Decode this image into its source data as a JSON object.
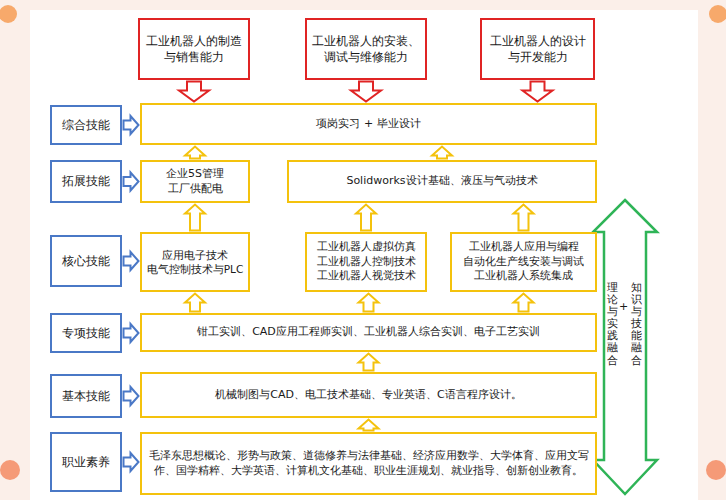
{
  "diagram": {
    "nodes": [
      {
        "text": [
          "工业机器人的制造 与销售能力"
        ]
      },
      {
        "text": [
          "工业机器人的安装、 调试与维修能力"
        ]
      },
      {
        "text": [
          "工业机器人的设计 与开发能力"
        ]
      },
      {
        "text": [
          "综合技能"
        ]
      },
      {
        "text": [
          "项岗实习 + 毕业设计"
        ]
      },
      {
        "text": [
          "拓展技能"
        ]
      },
      {
        "text": [
          "企业5S管理 工厂供配电"
        ]
      },
      {
        "text": [
          "Solidworks设计基础、液压与气动技术"
        ]
      },
      {
        "text": [
          "核心技能"
        ]
      },
      {
        "text": [
          "应用电子技术 电气控制技术与PLC"
        ]
      },
      {
        "text": [
          "工业机器人虚拟仿真 工业机器人控制技术 工业机器人视觉技术"
        ]
      },
      {
        "text": [
          "工业机器人应用与编程 自动化生产线安装与调试 工业机器人系统集成"
        ]
      },
      {
        "text": [
          "专项技能"
        ]
      },
      {
        "text": [
          "钳工实训、CAD应用工程师实训、工业机器人综合实训、电子工艺实训"
        ]
      },
      {
        "text": [
          "基本技能"
        ]
      },
      {
        "text": [
          "机械制图与CAD、电工技术基础、专业英语、C语言程序设计。"
        ]
      },
      {
        "text": [
          "职业素养"
        ]
      },
      {
        "text": [
          "毛泽东思想概论、形势与政策、道德修养与法律基础、经济应用数学、大学体育、应用文写作、国学精粹、大学英语、计算机文化基础、职业生涯规划、就业指导、创新创业教育。"
        ]
      }
    ],
    "edges": [
      {
        "from": 0,
        "to": 4,
        "arrow": "to"
      },
      {
        "from": 1,
        "to": 4,
        "arrow": "to"
      },
      {
        "from": 2,
        "to": 4,
        "arrow": "to"
      },
      {
        "from": 3,
        "to": 4,
        "arrow": "to"
      },
      {
        "from": 5,
        "to": 6,
        "arrow": "to"
      },
      {
        "from": 8,
        "to": 9,
        "arrow": "to"
      },
      {
        "from": 12,
        "to": 13,
        "arrow": "to"
      },
      {
        "from": 14,
        "to": 15,
        "arrow": "to"
      },
      {
        "from": 16,
        "to": 17,
        "arrow": "to"
      },
      {
        "from": 17,
        "to": 15,
        "arrow": "to"
      },
      {
        "from": 15,
        "to": 13,
        "arrow": "to"
      },
      {
        "from": 13,
        "to": 9,
        "arrow": "to"
      },
      {
        "from": 13,
        "to": 10,
        "arrow": "to"
      },
      {
        "from": 13,
        "to": 11,
        "arrow": "to"
      },
      {
        "from": 9,
        "to": 6,
        "arrow": "to"
      },
      {
        "from": 10,
        "to": 7,
        "arrow": "to"
      },
      {
        "from": 11,
        "to": 7,
        "arrow": "to"
      },
      {
        "from": 6,
        "to": 4,
        "arrow": "to"
      },
      {
        "from": 7,
        "to": 4,
        "arrow": "to"
      }
    ],
    "labels": [
      "理论与实践融合",
      "+",
      "知识与技能融合"
    ]
  }
}
